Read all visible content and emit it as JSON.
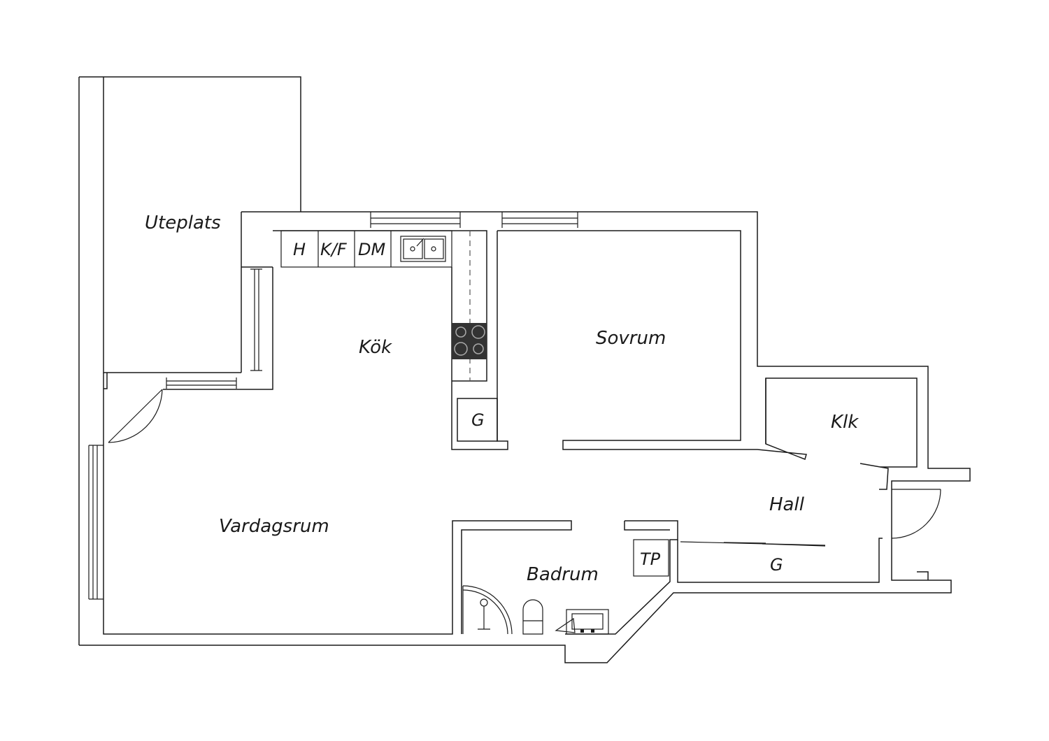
{
  "rooms": {
    "uteplats": "Uteplats",
    "kok": "Kök",
    "sovrum": "Sovrum",
    "klk": "Klk",
    "hall": "Hall",
    "vardagsrum": "Vardagsrum",
    "badrum": "Badrum"
  },
  "fixtures": {
    "h": "H",
    "kf": "K/F",
    "dm": "DM",
    "g_kitchen": "G",
    "tp": "TP",
    "g_hall": "G"
  },
  "colors": {
    "line": "#1a1a1a",
    "stove": "#333333",
    "background": "#ffffff"
  }
}
